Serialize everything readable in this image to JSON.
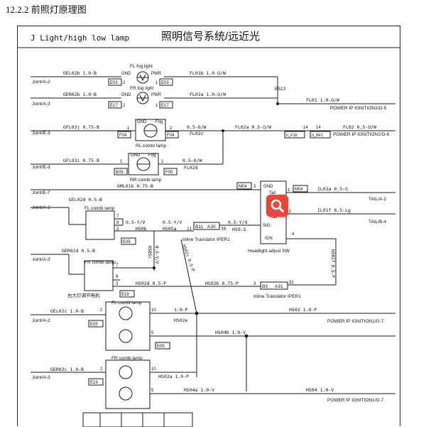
{
  "section_heading": "12.2.2 前照灯原理图",
  "sheet": {
    "title_en": "J Light/high low lamp",
    "title_cn": "照明信号系统/远近光"
  },
  "connectors": {
    "e03_a": "E03",
    "e03_b": "E03",
    "e17_a": "E17",
    "e17_b": "E17",
    "f04_a": "F04",
    "f04_b": "F04",
    "e05_a": "E05",
    "f05": "F05",
    "m04_a": "M04",
    "m04_b": "M04",
    "e05_b": "E05",
    "e18": "E18",
    "e05_c": "E05",
    "e05_d": "E05",
    "e19": "E19",
    "b11": "B11",
    "a30": "A30",
    "b3": "B3",
    "a31": "A31",
    "ii_f18": "II_F18",
    "ii_bf1": "II_BF1"
  },
  "components": {
    "fl_fog": "FL fog light",
    "fr_fog": "FR fog light",
    "gnd": "GND",
    "pwr": "PWR",
    "fog": "Fog",
    "rl_combi": "RL combi lamp",
    "rr_combi": "RR combi lamp",
    "fl_combi": "FL combi lamp",
    "fr_combi": "FR combi lamp",
    "headlight_sw": "Headlight adjust SW",
    "tail": "Tail",
    "sig": "SIG",
    "ign": "IGN",
    "inline_1": "Inline Translator IPER1",
    "inline_2": "Inline Translator IPER1",
    "motor_cn": "右大灯调节电机"
  },
  "wires": {
    "gel02b": "GEL02b 1.0-B",
    "ger02b": "GER02b 1.0-B",
    "fl01b": "FL01b 1.0-O/W",
    "fl01a": "FL01a 1.0-O/W",
    "e513": "E513",
    "fl01": "FL01 1.0-O/W",
    "gfl03j": "GFL03j 0.75-B",
    "fl02c_a": "0.5-O/W",
    "fl02c": "FL02c",
    "fl02a": "FL02a 0.5-O/W",
    "fl02": "FL02 0.5-O/W",
    "gfl03i": "GFL03i 0.75-B",
    "fl02d_a": "0.5-O/W",
    "fl02d": "FL02d",
    "gml01b": "GML01b 0.75-B",
    "il02a": "IL02a 0.5-G",
    "il01f": "IL01f 0.5-Lg",
    "gel02d": "GEL02d 0.5-B",
    "hs05b_v": "0.5-Y/V",
    "hs0b": "HS0b",
    "hs05a_v": "0.5-Y/V",
    "hs05a": "HS05a",
    "hs05c": "HS05c",
    "hs05c_v": "0.5-Y/V",
    "hs0y": "0.5-Y/O",
    "hs05": "HS0.5",
    "hs02c": "HS02c 0.5-P",
    "ger02d": "GER02d 0.5-B",
    "hs02d": "HS02d 0.5-P",
    "hs02b": "HS02b 0.75-P",
    "hs02f": "HS02f 0.5-P",
    "gel02c": "GEL02c 1.0-B",
    "hs02e_v": "1.0-P",
    "hs02e": "HS02e",
    "hs02": "HS02 1.0-P",
    "hs04b": "HS04b 1.0-V",
    "ger02c": "GER02c 1.0-B",
    "hs02a": "HS02a 1.0-P",
    "hs04a": "HS04a 1.0-V",
    "hs04": "HS04 1.0-V"
  },
  "terminals": {
    "joint_a2_1": "Joint/A-2",
    "joint_a3_1": "Joint/A-3",
    "joint_e3_1": "Joint/E-3",
    "joint_e3_2": "Joint/E-3",
    "joint_e7": "Joint/E-7",
    "joint_a2_2": "Joint/A-2",
    "joint_a3_2": "Joint/A-3",
    "joint_a2_3": "Joint/A-2",
    "joint_a3_3": "Joint/A-3",
    "power_ign2_g5": "POWER IP IGNITION2/G-5",
    "power_ign1_g6": "POWER IP IGNITION1/G-6",
    "tail_a2": "TAIL/A-2",
    "tail_b4": "TAIL/B-4",
    "power_ign1_g7a": "POWER IP IGNITION1/G-7",
    "power_ign1_g7b": "POWER IP IGNITION1/G-7"
  },
  "pins": {
    "p2a": "2",
    "p1a": "1",
    "p2b": "2",
    "p1b": "1",
    "p1c": "1",
    "p2c": "2",
    "p14a": "14",
    "p14b": "14",
    "p1d": "1",
    "p2d": "2",
    "p3a": "3",
    "p1e": "1",
    "p2e": "2",
    "p4a": "4",
    "p7a": "7",
    "p8a": "8",
    "p3b": "3",
    "p11a": "11",
    "p30": "30",
    "p7b": "7",
    "p8b": "8",
    "p3c": "3",
    "p2f": "2",
    "p10a": "10",
    "p5a": "5",
    "p2g": "2",
    "p10b": "10",
    "p5b": "5",
    "p3d": "3",
    "p31": "31"
  },
  "colors": {
    "line": "#1a1a1a",
    "accent": "#e8453c"
  },
  "icons": {
    "search": "search-icon"
  }
}
